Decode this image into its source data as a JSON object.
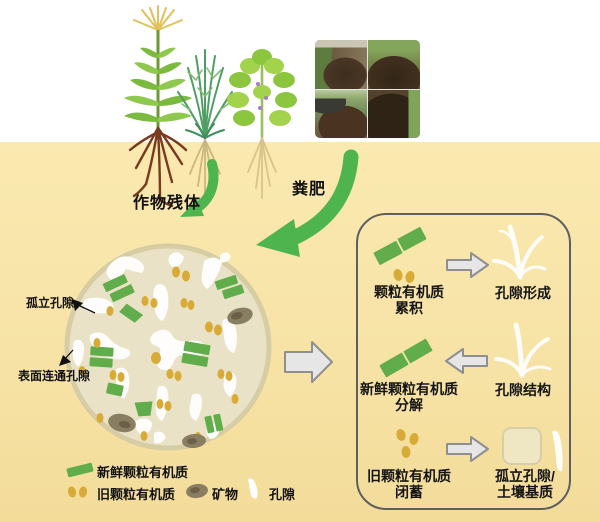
{
  "figure": {
    "type": "soil-organic-matter-pore-diagram",
    "inputs": {
      "crop_label": "作物残体",
      "manure_label": "粪肥"
    },
    "aggregate_labels": {
      "isolated_pore": "孤立孔隙",
      "surface_connected_pore": "表面连通孔隙"
    },
    "panel": {
      "rows": [
        {
          "left": "颗粒有机质\n累积",
          "arrow": "right",
          "right": "孔隙形成"
        },
        {
          "left": "新鲜颗粒有机质\n分解",
          "arrow": "left",
          "right": "孔隙结构"
        },
        {
          "left": "旧颗粒有机质\n闭蓄",
          "arrow": "right",
          "right": "孤立孔隙/\n土壤基质"
        }
      ]
    },
    "legend": {
      "items": [
        {
          "icon": "fresh-pom-icon",
          "label": "新鲜颗粒有机质"
        },
        {
          "icon": "old-pom-icon",
          "label": "旧颗粒有机质"
        },
        {
          "icon": "mineral-icon",
          "label": "矿物"
        },
        {
          "icon": "pore-icon",
          "label": "孔隙"
        }
      ]
    },
    "colors": {
      "soil_top": "#FAE9B0",
      "soil_bottom": "#F3DC9A",
      "aggregate_fill": "#E9E2C6",
      "aggregate_border": "#D7CDA5",
      "fresh_pom_green": "#61AD4B",
      "old_pom_yellow": "#D7AB36",
      "mineral_gray": "#8A7E62",
      "pore_white": "#FFFFFF",
      "flow_arrow_green": "#4EB44E",
      "block_arrow_fill": "#E6E6E6",
      "block_arrow_border": "#8F8F8F",
      "panel_border": "#5F5F5F"
    }
  }
}
